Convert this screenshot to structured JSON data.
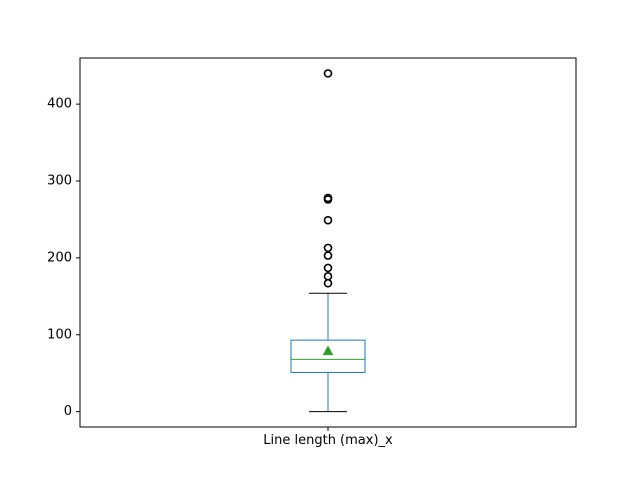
{
  "chart_data": {
    "type": "box",
    "title": "",
    "xlabel": "",
    "ylabel": "",
    "categories": [
      "Line length (max)_x"
    ],
    "ylim": [
      -20,
      460
    ],
    "yticks": [
      0,
      100,
      200,
      300,
      400
    ],
    "grid": false,
    "legend": "none",
    "box": {
      "whisker_low": 0,
      "q1": 51,
      "median": 68,
      "q3": 93,
      "whisker_high": 154,
      "mean": 79,
      "outliers": [
        167,
        176,
        187,
        203,
        213,
        249,
        276,
        278,
        440
      ]
    },
    "colors": {
      "box": "#1f77b4",
      "median": "#2ca02c",
      "mean": "#2ca02c",
      "cap": "#000000",
      "outlier": "#000000"
    }
  }
}
